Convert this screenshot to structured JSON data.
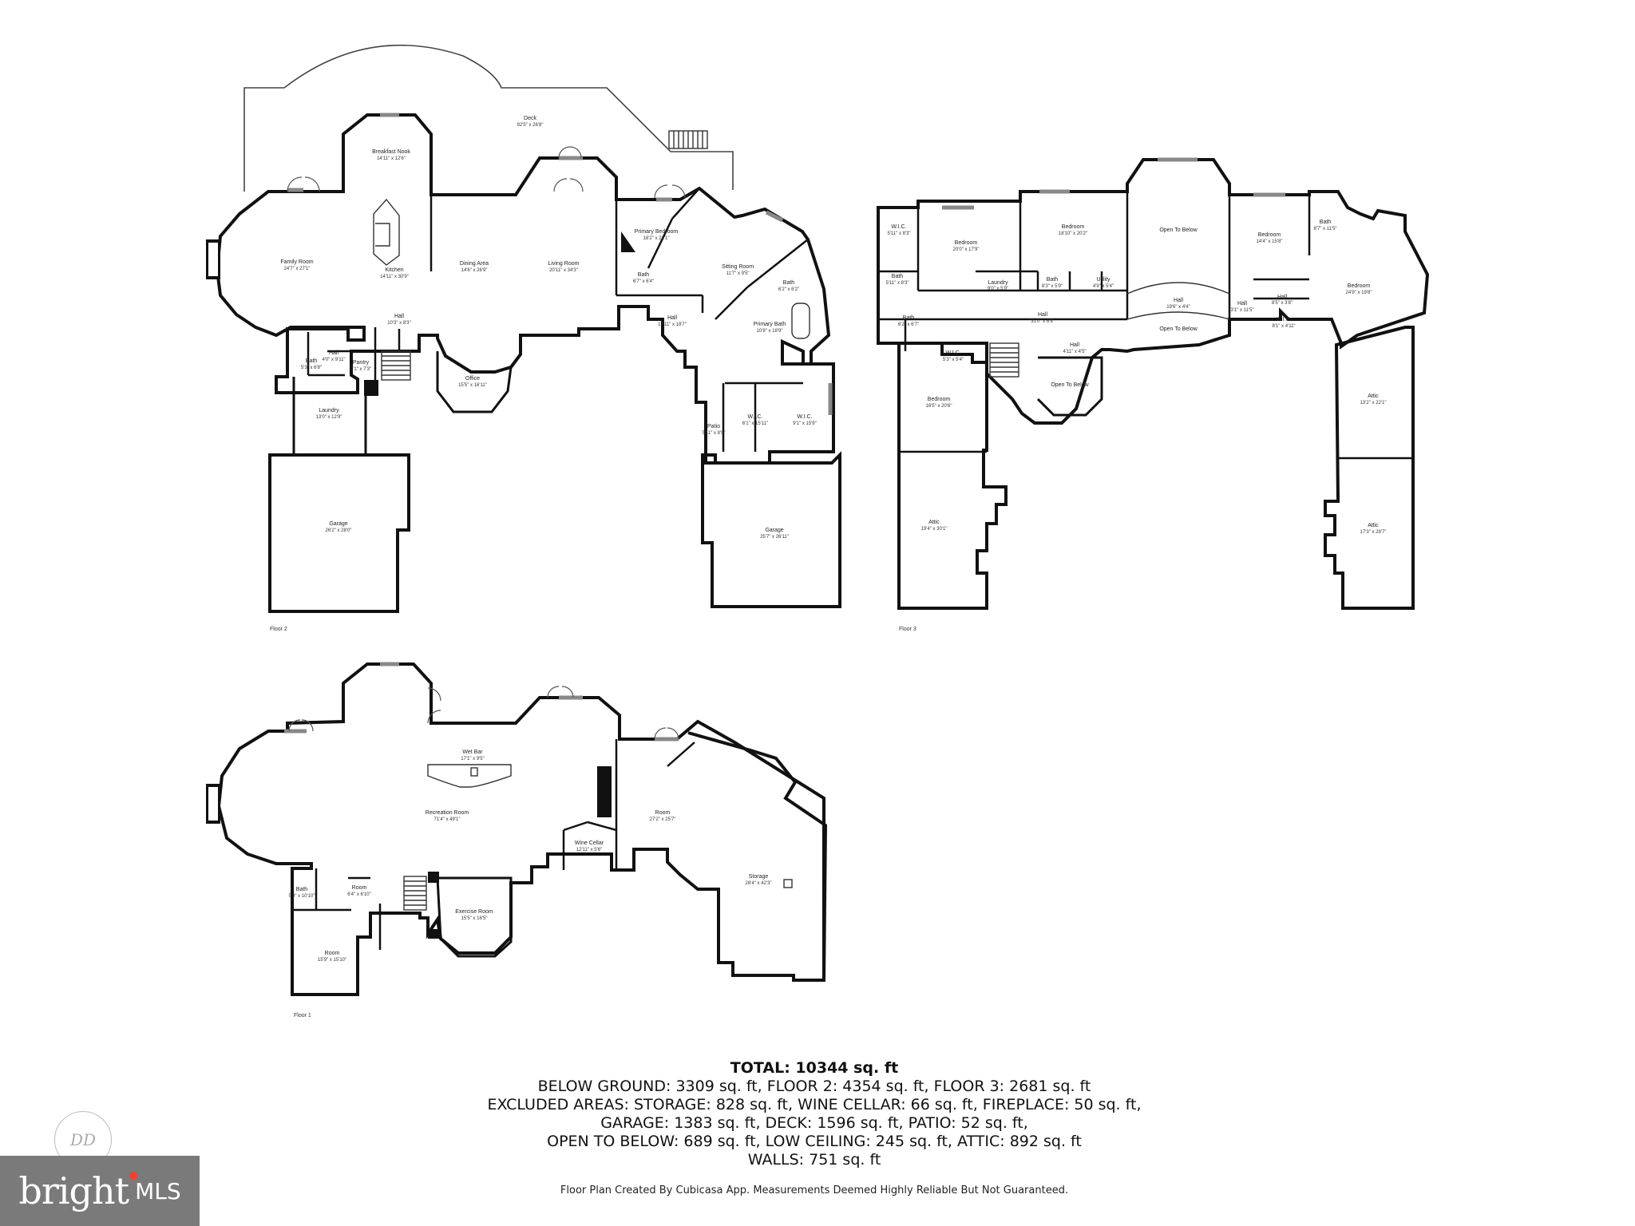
{
  "floors": {
    "floor2": {
      "label": "Floor 2",
      "rooms": [
        {
          "name": "Deck",
          "dims": "92'5\" x 26'8\""
        },
        {
          "name": "Breakfast Nook",
          "dims": "14'11\" x 12'6\""
        },
        {
          "name": "Family Room",
          "dims": "24'7\" x 27'1\""
        },
        {
          "name": "Kitchen",
          "dims": "14'11\" x 30'9\""
        },
        {
          "name": "Dining Area",
          "dims": "14'6\" x 26'9\""
        },
        {
          "name": "Living Room",
          "dims": "20'11\" x 34'3\""
        },
        {
          "name": "Primary Bedroom",
          "dims": "18'2\" x 21'1\""
        },
        {
          "name": "Sitting Room",
          "dims": "11'7\" x 9'5\""
        },
        {
          "name": "Bath",
          "dims": "6'7\" x 6'4\""
        },
        {
          "name": "Bath",
          "dims": "6'2\" x 6'2\""
        },
        {
          "name": "Hall",
          "dims": "10'3\" x 8'3\""
        },
        {
          "name": "Hall",
          "dims": "17'11\" x 18'7\""
        },
        {
          "name": "Primary Bath",
          "dims": "10'8\" x 18'9\""
        },
        {
          "name": "Pantry",
          "dims": "7'1\" x 7'3\""
        },
        {
          "name": "Bath",
          "dims": "5'3\" x 6'8\""
        },
        {
          "name": "Hall",
          "dims": "4'0\" x 9'11\""
        },
        {
          "name": "Office",
          "dims": "15'5\" x 16'11\""
        },
        {
          "name": "Laundry",
          "dims": "13'0\" x 12'9\""
        },
        {
          "name": "W.I.C.",
          "dims": "6'1\" x 15'11\""
        },
        {
          "name": "W.I.C.",
          "dims": "9'1\" x 15'9\""
        },
        {
          "name": "Patio",
          "dims": "5'11\" x 8'9\""
        },
        {
          "name": "Garage",
          "dims": "26'2\" x 28'0\""
        },
        {
          "name": "Garage",
          "dims": "25'7\" x 26'11\""
        }
      ]
    },
    "floor3": {
      "label": "Floor 3",
      "rooms": [
        {
          "name": "W.I.C.",
          "dims": "5'11\" x 8'3\""
        },
        {
          "name": "Bedroom",
          "dims": "20'0\" x 17'9\""
        },
        {
          "name": "Bedroom",
          "dims": "18'10\" x 20'2\""
        },
        {
          "name": "Open To Below",
          "dims": ""
        },
        {
          "name": "Bedroom",
          "dims": "14'4\" x 15'8\""
        },
        {
          "name": "Bath",
          "dims": "8'7\" x 11'5\""
        },
        {
          "name": "Bath",
          "dims": "5'11\" x 8'3\""
        },
        {
          "name": "Laundry",
          "dims": "9'0\" x 5'9\""
        },
        {
          "name": "Bath",
          "dims": "8'3\" x 5'9\""
        },
        {
          "name": "Utility",
          "dims": "4'9\" x 5'4\""
        },
        {
          "name": "Bedroom",
          "dims": "24'9\" x 19'8\""
        },
        {
          "name": "Hall",
          "dims": "31'0\" x 6'9\""
        },
        {
          "name": "Hall",
          "dims": "19'6\" x 4'4\""
        },
        {
          "name": "Hall",
          "dims": "8'5\" x 3'8\""
        },
        {
          "name": "Hall",
          "dims": "3'1\" x 11'5\""
        },
        {
          "name": "W.I.C.",
          "dims": "8'1\" x 4'11\""
        },
        {
          "name": "Bath",
          "dims": "6'2\" x 6'7\""
        },
        {
          "name": "Open To Below",
          "dims": ""
        },
        {
          "name": "W.I.C.",
          "dims": "5'3\" x 5'4\""
        },
        {
          "name": "Hall",
          "dims": "4'11\" x 4'5\""
        },
        {
          "name": "Open To Below",
          "dims": ""
        },
        {
          "name": "Bedroom",
          "dims": "16'5\" x 20'6\""
        },
        {
          "name": "Attic",
          "dims": "13'2\" x 22'1\""
        },
        {
          "name": "Attic",
          "dims": "19'4\" x 30'1\""
        },
        {
          "name": "Attic",
          "dims": "17'3\" x 28'7\""
        }
      ]
    },
    "floor1": {
      "label": "Floor 1",
      "rooms": [
        {
          "name": "Wet Bar",
          "dims": "17'1\" x 9'5\""
        },
        {
          "name": "Recreation Room",
          "dims": "71'4\" x 49'1\""
        },
        {
          "name": "Room",
          "dims": "27'2\" x 25'7\""
        },
        {
          "name": "Wine Cellar",
          "dims": "12'11\" x 5'6\""
        },
        {
          "name": "Storage",
          "dims": "28'4\" x 42'3\""
        },
        {
          "name": "Bath",
          "dims": "5'9\" x 10'10\""
        },
        {
          "name": "Room",
          "dims": "6'4\" x 6'10\""
        },
        {
          "name": "Exercise Room",
          "dims": "15'5\" x 16'5\""
        },
        {
          "name": "Room",
          "dims": "15'9\" x 15'10\""
        }
      ]
    }
  },
  "summary": {
    "total": "TOTAL: 10344 sq. ft",
    "lines": [
      "BELOW GROUND: 3309 sq. ft, FLOOR 2: 4354 sq. ft, FLOOR 3: 2681 sq. ft",
      "EXCLUDED AREAS: STORAGE: 828 sq. ft, WINE CELLAR: 66 sq. ft, FIREPLACE: 50 sq. ft,",
      "GARAGE: 1383 sq. ft, DECK: 1596 sq. ft, PATIO: 52 sq. ft,",
      "OPEN TO BELOW: 689 sq. ft, LOW CEILING: 245 sq. ft, ATTIC: 892 sq. ft",
      "WALLS: 751 sq. ft"
    ]
  },
  "disclaimer": "Floor Plan Created By Cubicasa App. Measurements Deemed Highly Reliable But Not Guaranteed.",
  "logo": {
    "brand": "bright",
    "suffix": "MLS",
    "accent_color": "#ff3d2e",
    "bg_color": "#7a7a7a"
  },
  "seal": {
    "initials": "DD",
    "icon": "photographer-seal-icon"
  }
}
